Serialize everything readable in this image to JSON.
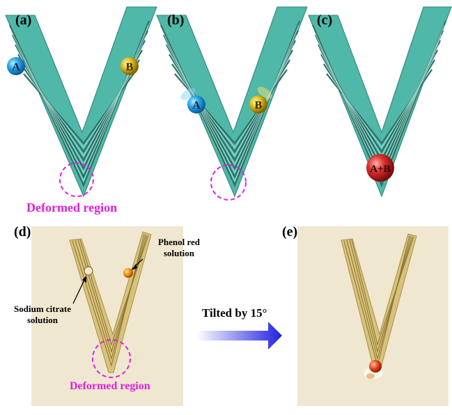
{
  "panels": {
    "a": {
      "label": "(a)",
      "drop_a": "A",
      "drop_b": "B"
    },
    "b": {
      "label": "(b)",
      "drop_a": "A",
      "drop_b": "B"
    },
    "c": {
      "label": "(c)",
      "merged": "A+B"
    },
    "d": {
      "label": "(d)"
    },
    "e": {
      "label": "(e)"
    }
  },
  "deformed_region_label": "Deformed region",
  "photo_annotations": {
    "phenol_red": [
      "Phenol red",
      "solution"
    ],
    "sodium_citrate": [
      "Sodium citrate",
      "solution"
    ]
  },
  "arrow_label": "Tilted by 15°",
  "colors": {
    "groove_teal": "#4fb8a8",
    "drop_a_blue": "#2aa8e8",
    "drop_b_yellow": "#e0c020",
    "merged_red": "#d83030",
    "highlight_magenta": "#e020e0",
    "arrow_blue": "#2020e0"
  }
}
